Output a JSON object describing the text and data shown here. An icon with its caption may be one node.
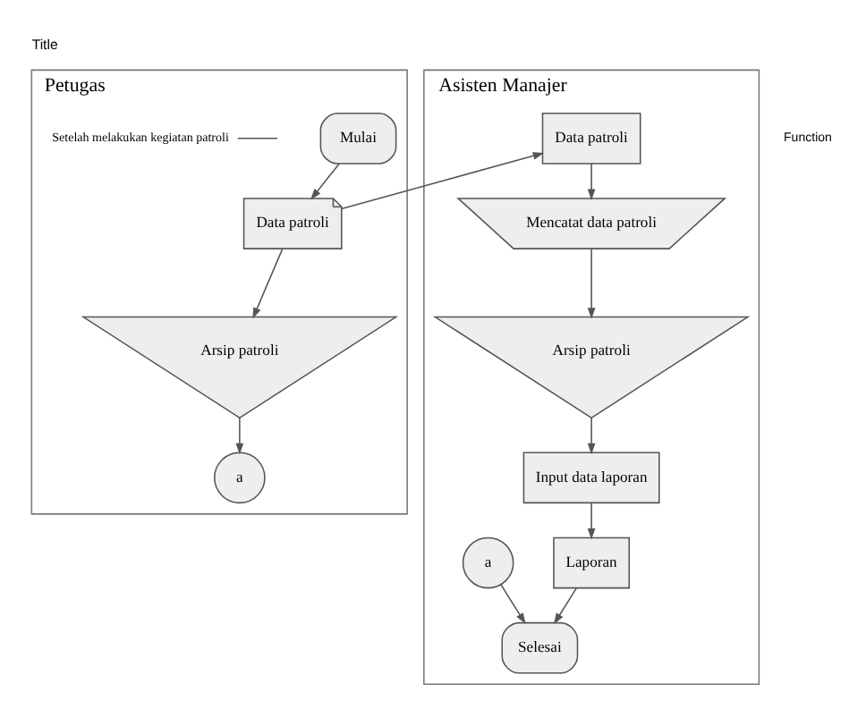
{
  "diagram": {
    "title": "Title",
    "nodes": [
      {
        "text": [
          "Petugas"
        ]
      },
      {
        "text": [
          "Mulai"
        ],
        "in": 0
      },
      {
        "text": [
          "Setelah melakukan kegiatan patroli"
        ],
        "in": 0
      },
      {
        "text": [
          "Data patroli"
        ],
        "in": 0
      },
      {
        "text": [
          "Arsip patroli"
        ],
        "in": 0
      },
      {
        "text": [
          "a"
        ],
        "in": 0
      },
      {
        "text": [
          "Asisten Manajer"
        ]
      },
      {
        "text": [
          "Data patroli"
        ],
        "in": 6
      },
      {
        "text": [
          "Mencatat data patroli"
        ],
        "in": 6
      },
      {
        "text": [
          "Arsip patroli"
        ],
        "in": 6
      },
      {
        "text": [
          "Input data laporan"
        ],
        "in": 6
      },
      {
        "text": [
          "Laporan"
        ],
        "in": 6
      },
      {
        "text": [
          "a"
        ],
        "in": 6
      },
      {
        "text": [
          "Selesai"
        ],
        "in": 6
      }
    ],
    "edges": [
      {
        "from": 1,
        "to": 3,
        "arrow": "to"
      },
      {
        "from": 2,
        "to": null,
        "arrow": "none"
      },
      {
        "from": 3,
        "to": 7,
        "arrow": "to"
      },
      {
        "from": 3,
        "to": 4,
        "arrow": "to"
      },
      {
        "from": 4,
        "to": 5,
        "arrow": "to"
      },
      {
        "from": 7,
        "to": 8,
        "arrow": "to"
      },
      {
        "from": 8,
        "to": 9,
        "arrow": "to"
      },
      {
        "from": 9,
        "to": 10,
        "arrow": "to"
      },
      {
        "from": 10,
        "to": 11,
        "arrow": "to"
      },
      {
        "from": 11,
        "to": 13,
        "arrow": "to"
      },
      {
        "from": 12,
        "to": 13,
        "arrow": "to"
      }
    ],
    "labels": [
      "Function"
    ]
  }
}
